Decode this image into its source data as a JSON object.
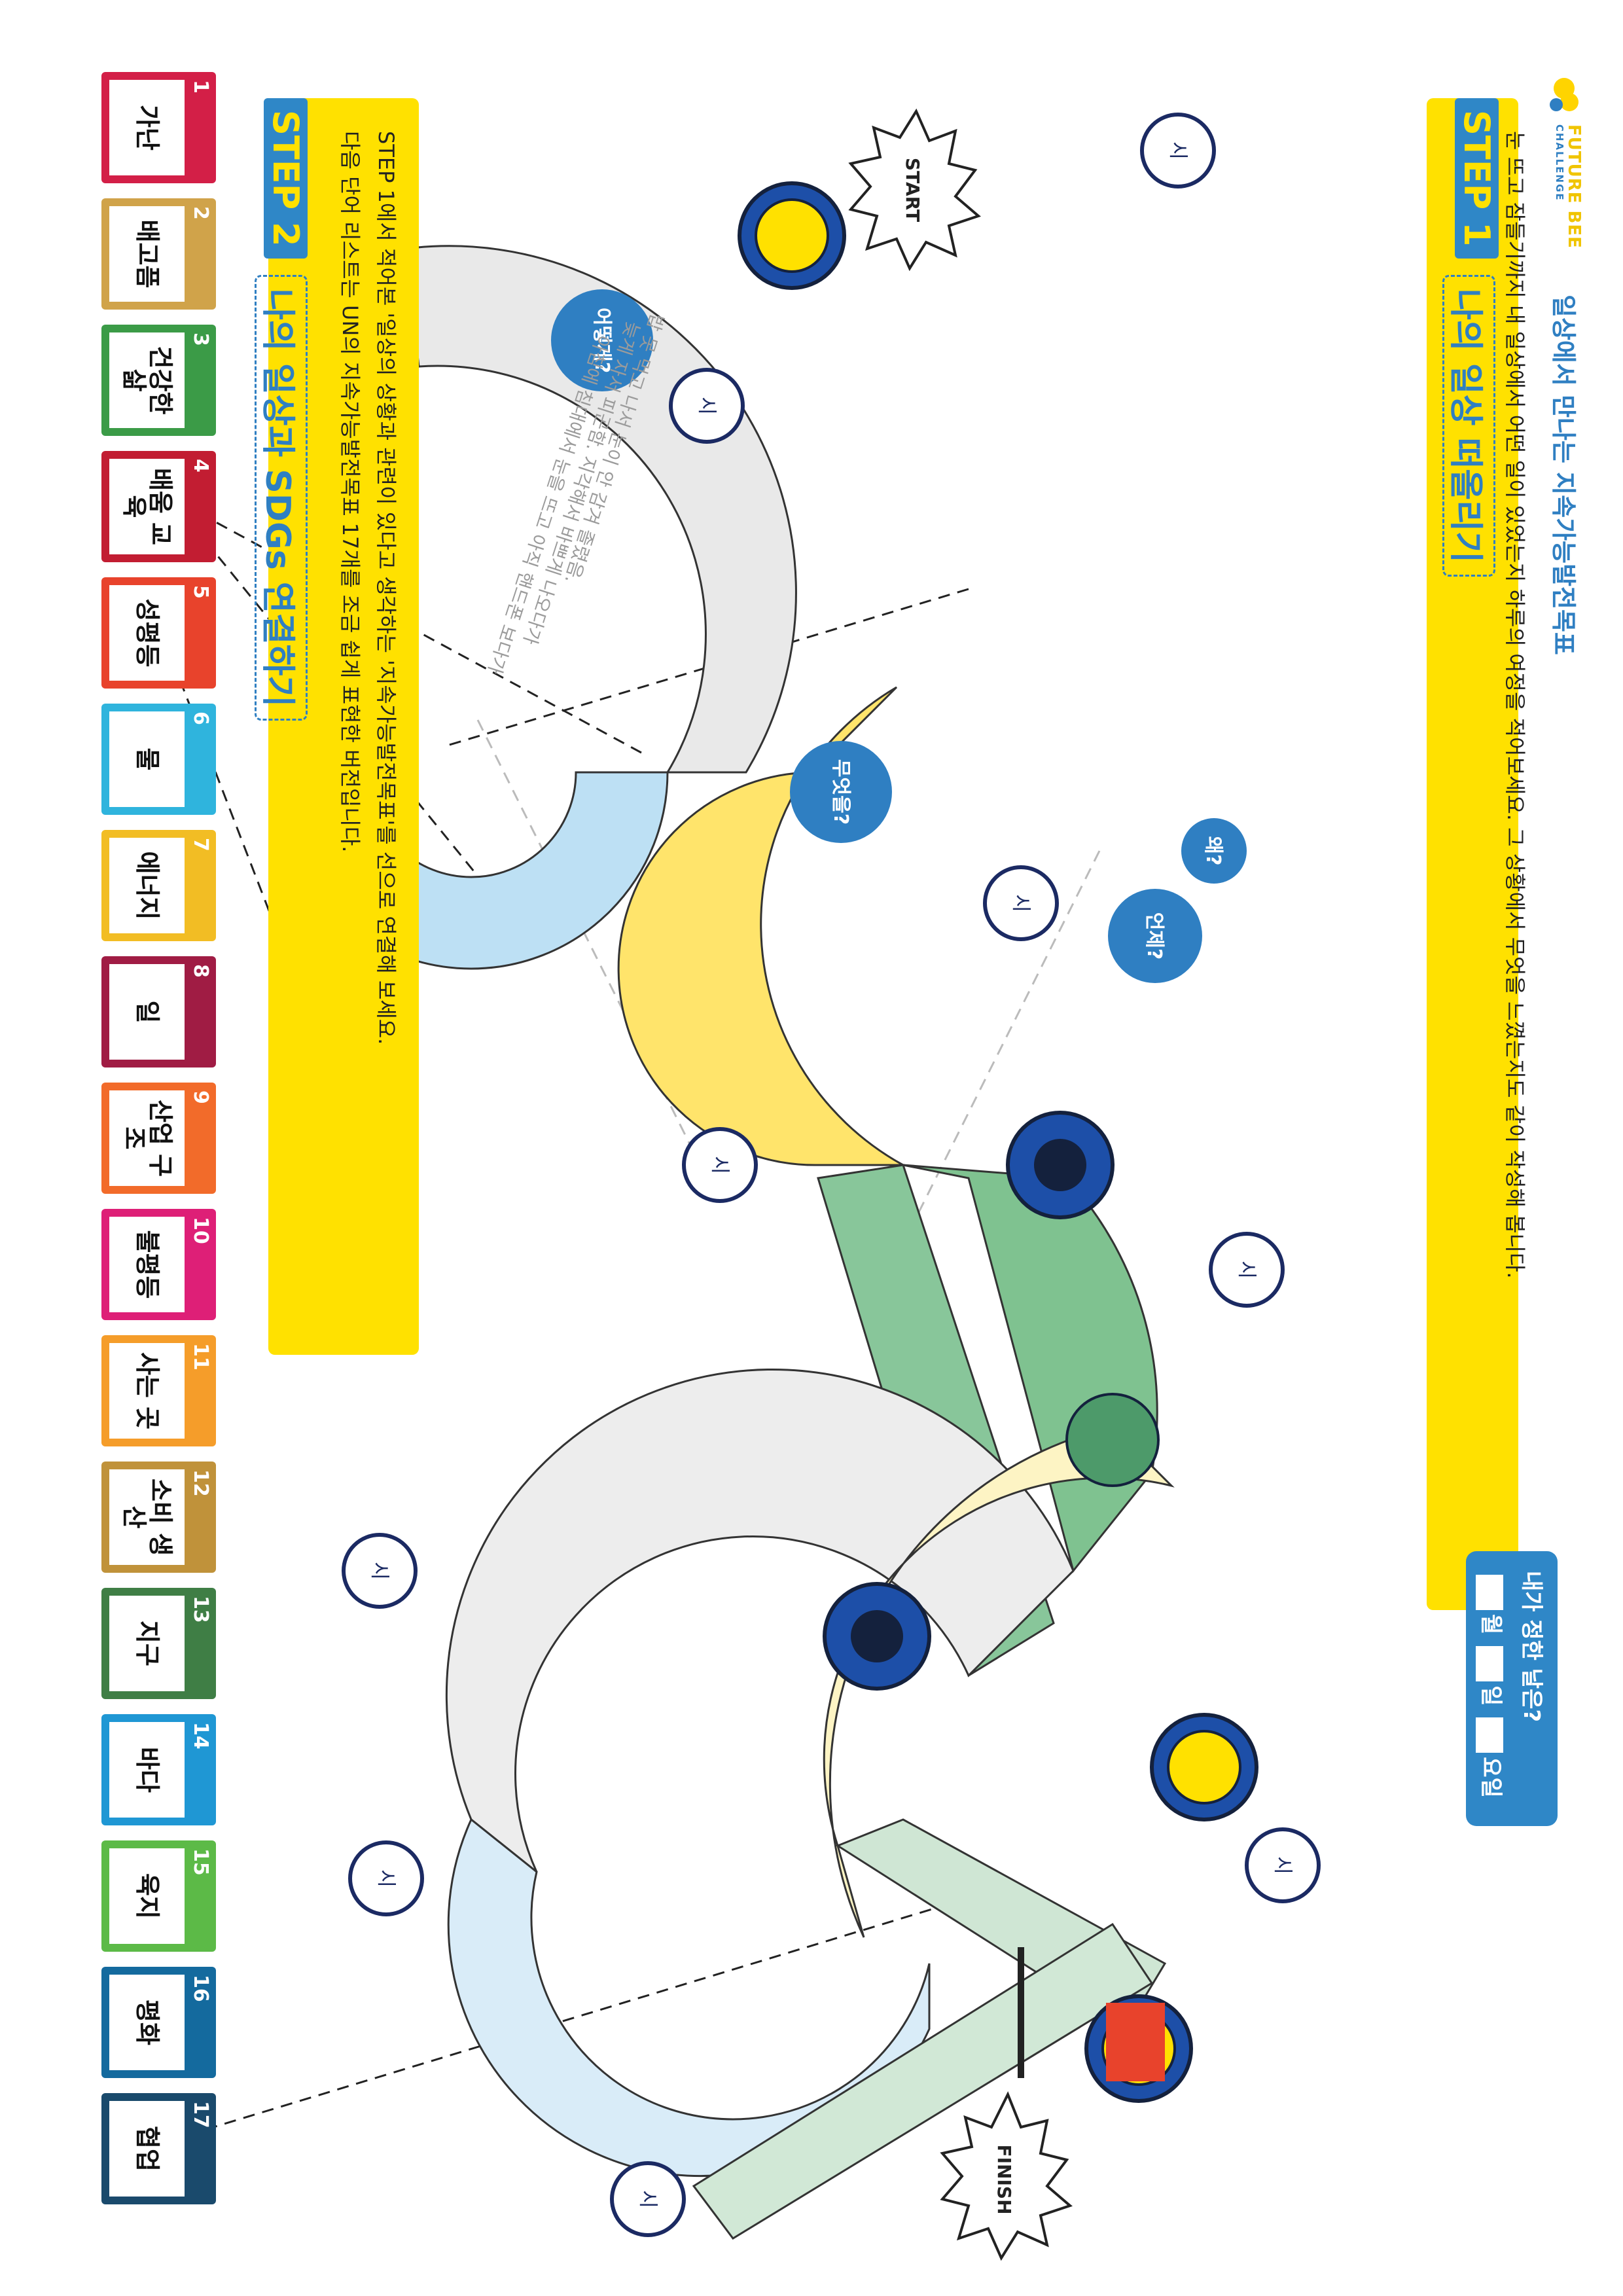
{
  "header": {
    "title": "일상에서 만나는 지속가능발전목표",
    "logo_main": "FUTURE BEE",
    "logo_sub": "CHALLENGE"
  },
  "step1": {
    "badge": "STEP 1",
    "title": "나의 일상 떠올리기",
    "instruction": "눈 뜨고 잠들기까지 내 일상에서 어떤 일이 있었는지 하루의 여정을 적어보세요. 그 상황에서 무엇을 느꼈는지도 같이 작성해 봅니다.",
    "date_question": "내가 정한 날은?",
    "date_month": "월",
    "date_day": "일",
    "date_weekday": "요일",
    "example_line1": "아침에 침대에서 눈을 뜨고 아직 핸드폰 보다가",
    "example_line2": "늦게 자서 피곤함. 지각해서 바쁘게 나오다가",
    "example_line3": "밥 못 먹고 나서 눈이 안 감겨 졸렸음."
  },
  "step2": {
    "badge": "STEP 2",
    "title": "나의 일상과 SDGs 연결하기",
    "instruction_line1": "다음 단어 리스트는 UN의 지속가능발전목표 17개를 조금 쉽게 표현한 버전입니다.",
    "instruction_line2": "STEP 1에서 적어본 '일상의 상황과 관련이 있다고 생각하는 '지속가능발전목표'를 선으로 연결해 보세요."
  },
  "path": {
    "start_label": "START",
    "finish_label": "FINISH",
    "clock_label": "시",
    "bubbles": [
      "어떻게?",
      "무엇을?",
      "왜?",
      "언제?"
    ]
  },
  "sdgs": [
    {
      "num": "1",
      "label": "가난",
      "color": "#d31f47"
    },
    {
      "num": "2",
      "label": "배고픔",
      "color": "#d0a34a"
    },
    {
      "num": "3",
      "label": "건강한 삶",
      "color": "#3b9b47"
    },
    {
      "num": "4",
      "label": "배움 교육",
      "color": "#c21d32"
    },
    {
      "num": "5",
      "label": "성평등",
      "color": "#e8432c"
    },
    {
      "num": "6",
      "label": "물",
      "color": "#2fb4dd"
    },
    {
      "num": "7",
      "label": "에너지",
      "color": "#f2bd24"
    },
    {
      "num": "8",
      "label": "일",
      "color": "#a01c44"
    },
    {
      "num": "9",
      "label": "산업 구조",
      "color": "#f26b2a"
    },
    {
      "num": "10",
      "label": "불평등",
      "color": "#de1f77"
    },
    {
      "num": "11",
      "label": "사는 곳",
      "color": "#f59d2a"
    },
    {
      "num": "12",
      "label": "소비 생산",
      "color": "#c0923a"
    },
    {
      "num": "13",
      "label": "지구",
      "color": "#3f7e45"
    },
    {
      "num": "14",
      "label": "바다",
      "color": "#1f97d4"
    },
    {
      "num": "15",
      "label": "육지",
      "color": "#5cba47"
    },
    {
      "num": "16",
      "label": "평화",
      "color": "#146a9e"
    },
    {
      "num": "17",
      "label": "협업",
      "color": "#1a4a6c"
    }
  ]
}
